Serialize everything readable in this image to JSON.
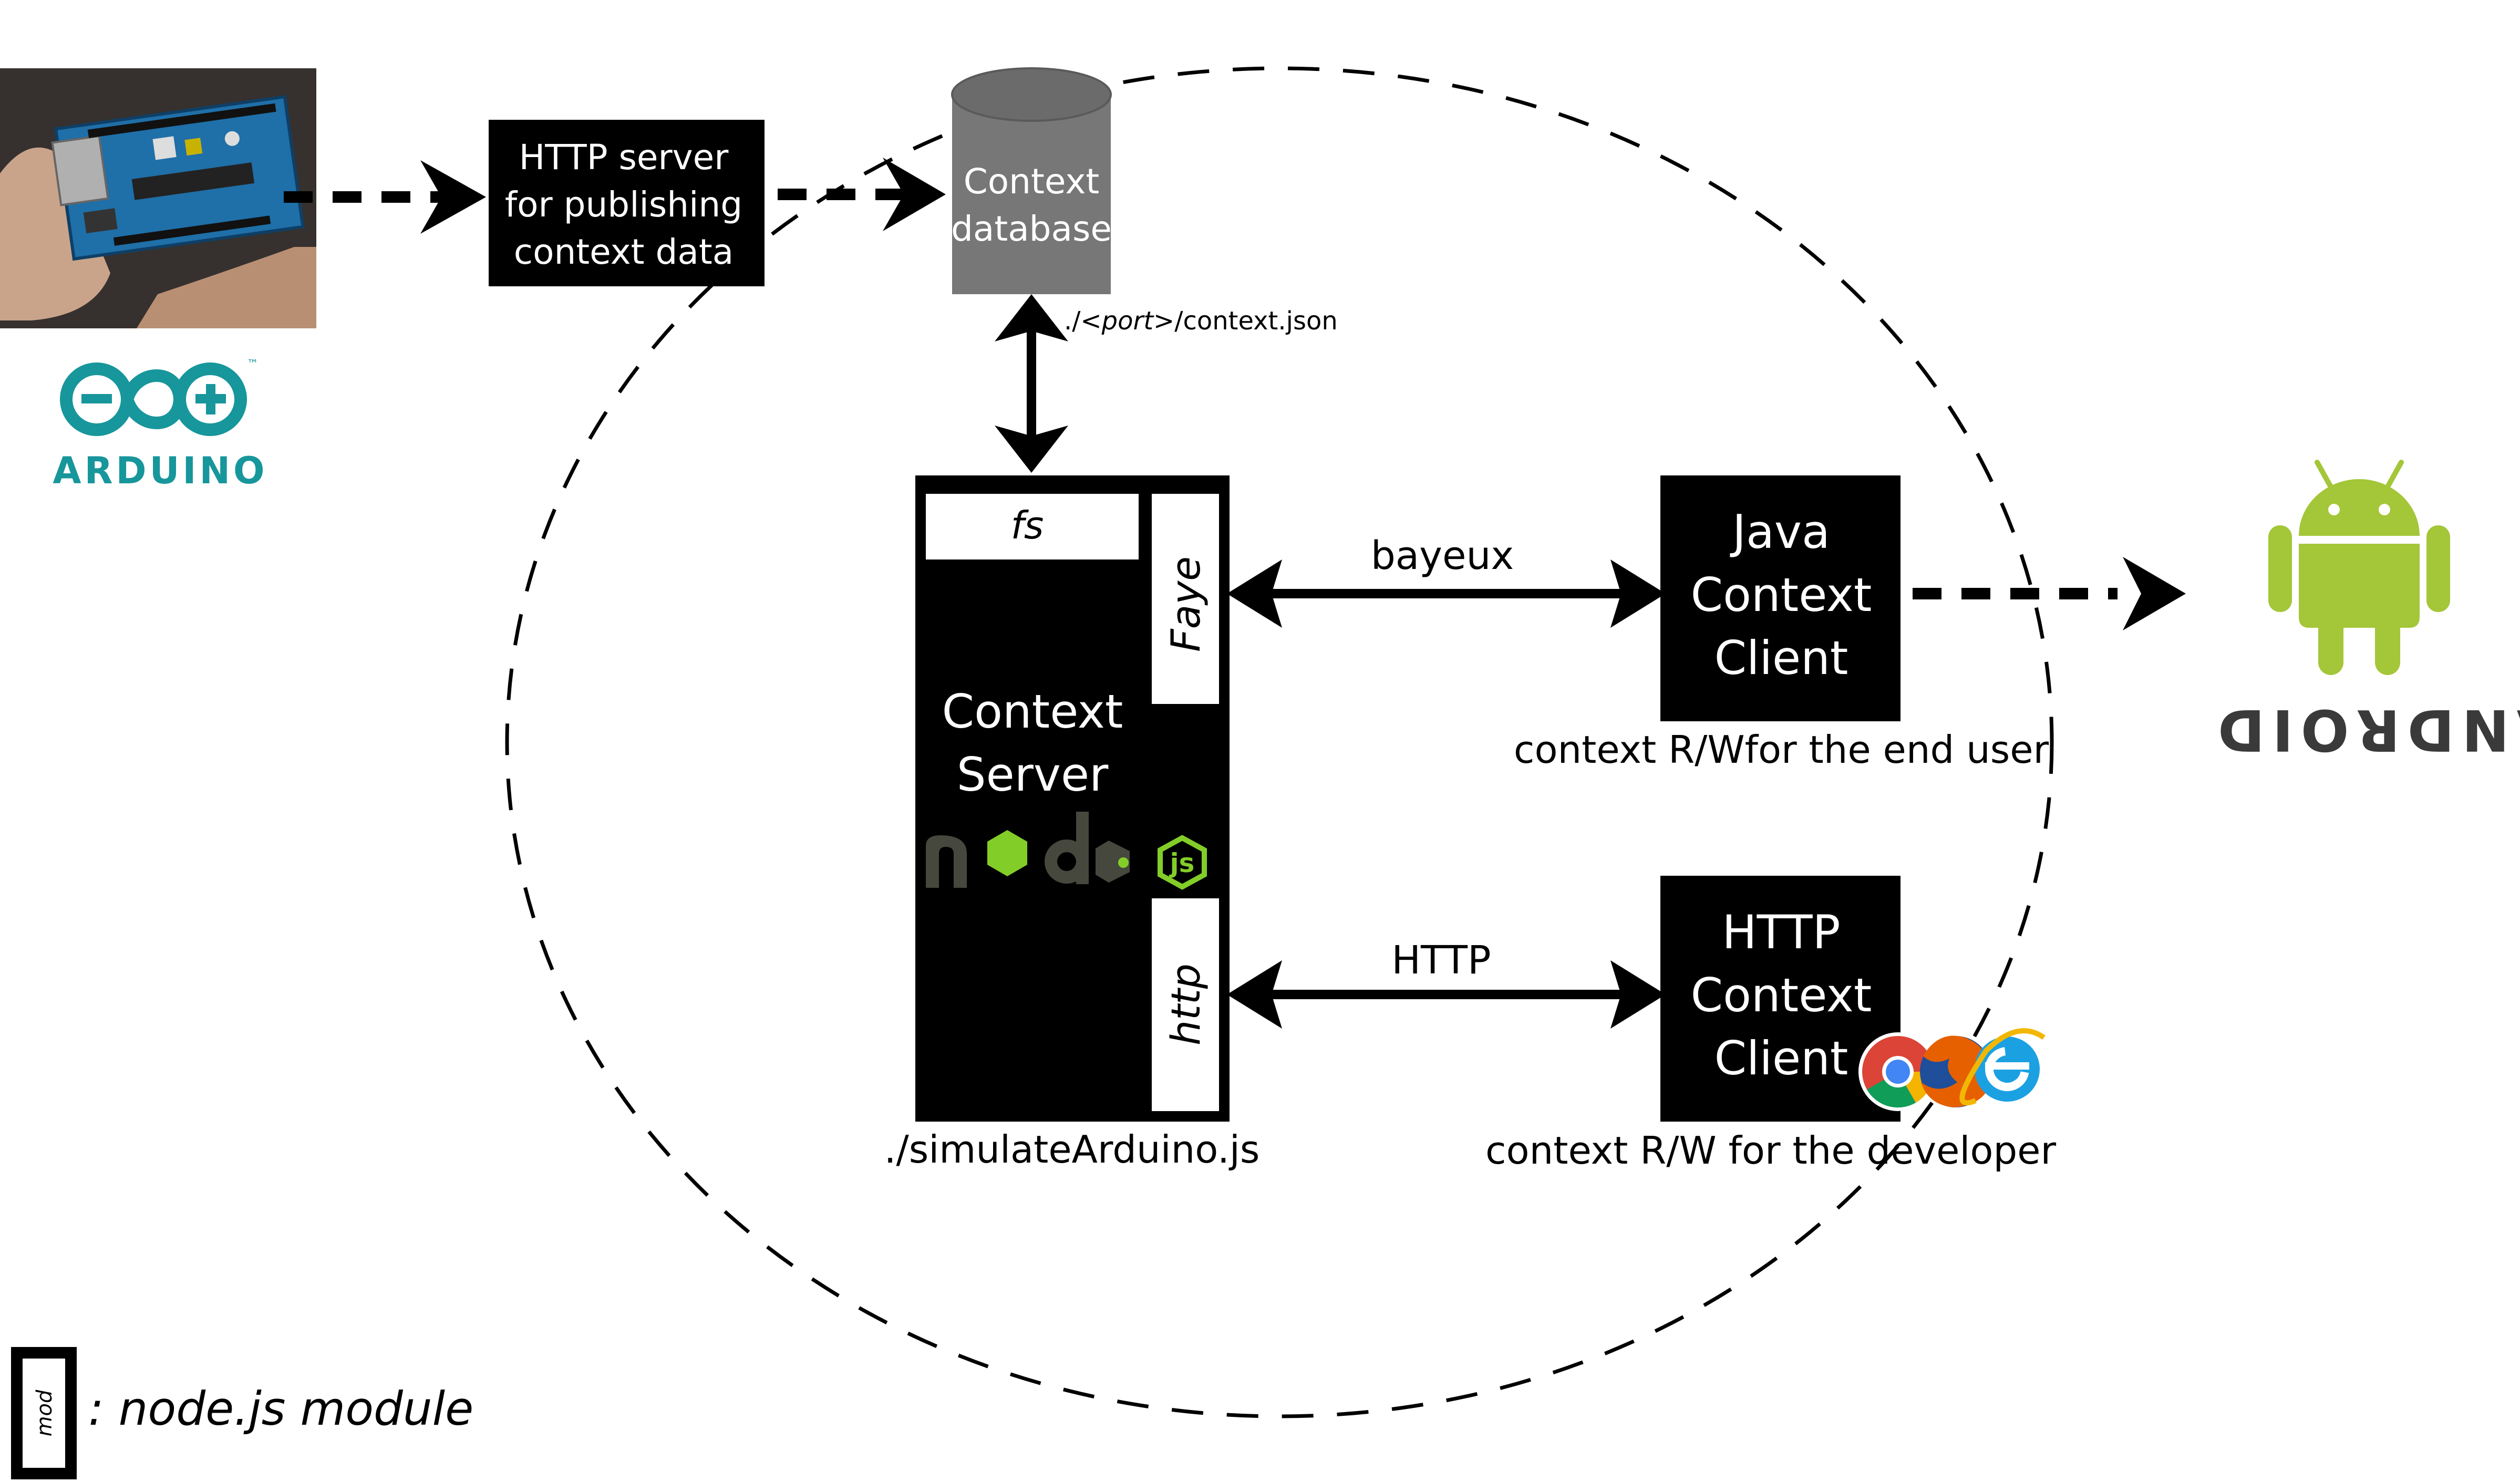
{
  "arduino": {
    "photo_icon": "arduino-board-photo",
    "logo_icon": "arduino-logo-icon",
    "logo_text": "ARDUINO",
    "tm": "™",
    "color": "#17969b"
  },
  "http_server": {
    "lines": [
      "HTTP server",
      "for publishing",
      "context data"
    ]
  },
  "context_db": {
    "lines": [
      "Context",
      "database"
    ],
    "path_pre": "./<",
    "path_port": "port",
    "path_post": ">/context.json"
  },
  "context_server": {
    "fs_label": "fs",
    "faye_label": "Faye",
    "http_label": "http",
    "title_lines": [
      "Context",
      "Server"
    ],
    "node_logo_icon": "nodejs-logo-icon",
    "node_logo_js": "js",
    "caption": "./simulateArduino.js"
  },
  "links": {
    "bayeux": "bayeux",
    "http": "HTTP"
  },
  "java_client": {
    "lines": [
      "Java",
      "Context",
      "Client"
    ],
    "caption": "context R/Wfor the end user"
  },
  "http_client": {
    "lines": [
      "HTTP",
      "Context",
      "Client"
    ],
    "caption": "context R/W for the developer",
    "browser_icons": [
      "chrome-icon",
      "firefox-icon",
      "internet-explorer-icon"
    ]
  },
  "android": {
    "icon": "android-robot-icon",
    "wordmark": "ANDROID",
    "color": "#a4c639"
  },
  "legend": {
    "mod_label": "mod",
    "text": ": node.js module"
  },
  "colors": {
    "box": "#000000",
    "database": "#777777",
    "node_green": "#83cd29",
    "node_dark": "#46483e"
  }
}
